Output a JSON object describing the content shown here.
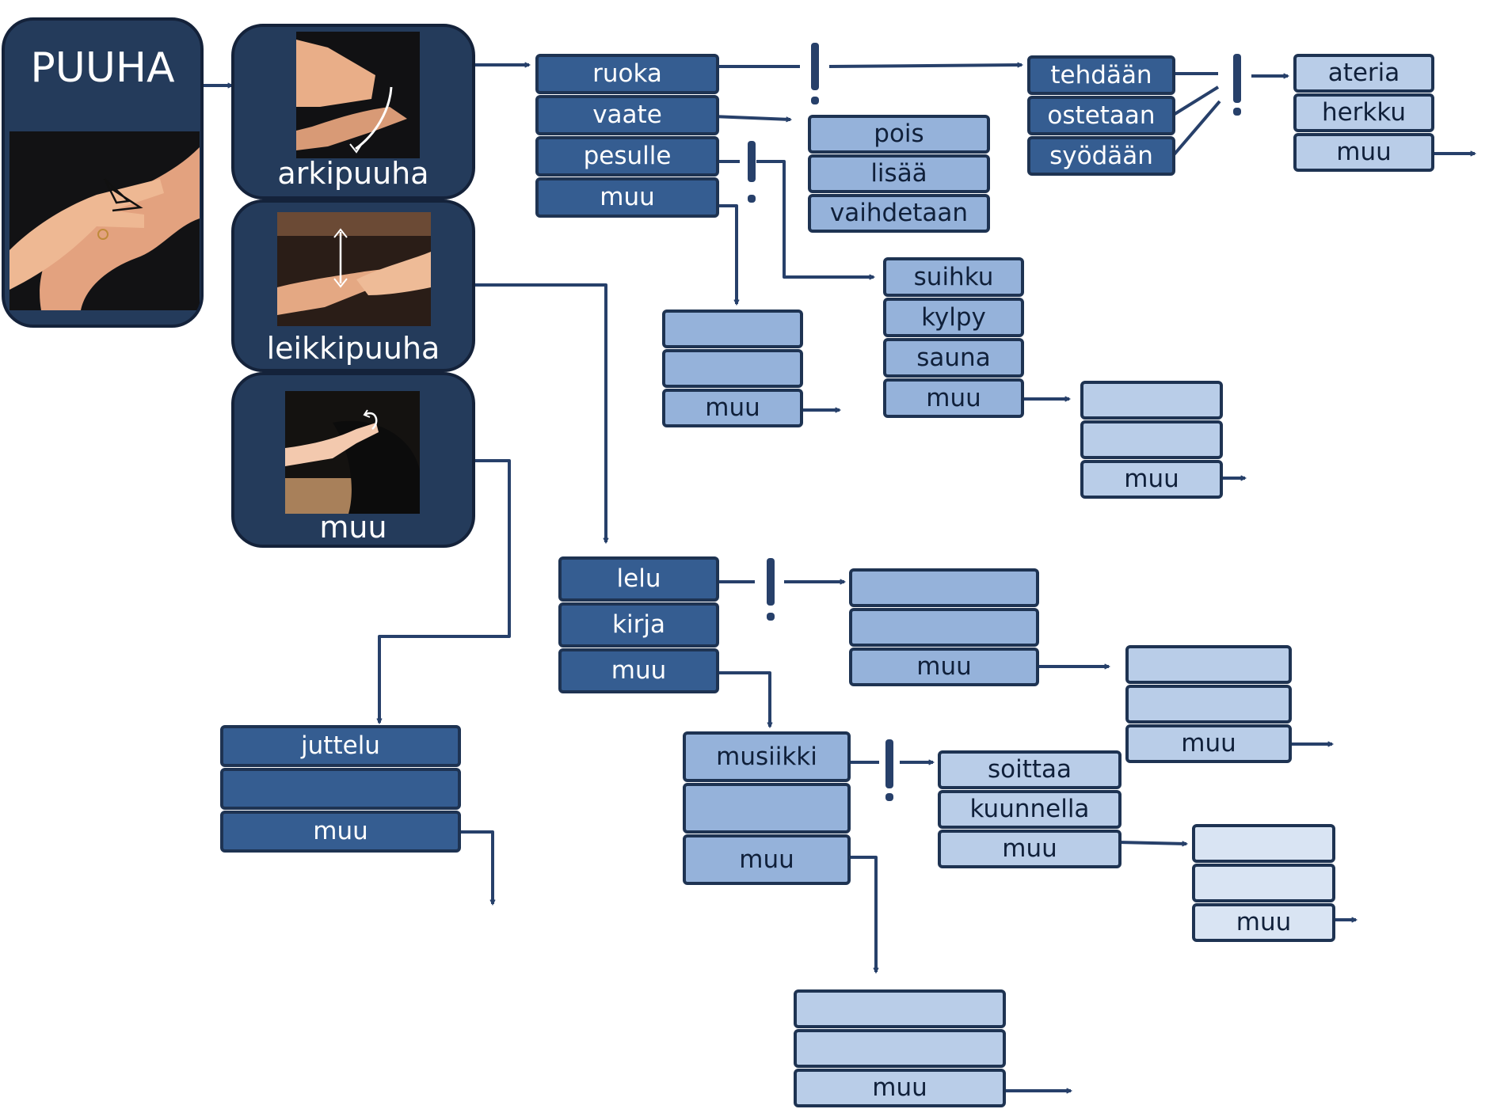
{
  "root": {
    "title": "PUUHA",
    "gesture_mark": "hand-gesture-star"
  },
  "cards": {
    "arkipuuha": {
      "label": "arkipuuha"
    },
    "leikkipuuha": {
      "label": "leikkipuuha"
    },
    "muu": {
      "label": "muu"
    }
  },
  "arki_list": [
    "ruoka",
    "vaate",
    "pesulle",
    "muu"
  ],
  "ruoka_verbs": [
    "tehdään",
    "ostetaan",
    "syödään"
  ],
  "ruoka_types": [
    "ateria",
    "herkku",
    "muu"
  ],
  "vaate_actions": [
    "pois",
    "lisää",
    "vaihdetaan"
  ],
  "pesulle_options": [
    "suihku",
    "kylpy",
    "sauna",
    "muu"
  ],
  "arki_muu_box": [
    "",
    "",
    "muu"
  ],
  "pesu_muu_box": [
    "",
    "",
    "muu"
  ],
  "leikki_list": [
    "lelu",
    "kirja",
    "muu"
  ],
  "lelu_box": [
    "",
    "",
    "muu"
  ],
  "lelu_muu_box": [
    "",
    "",
    "muu"
  ],
  "musiikki_list": [
    "musiikki",
    "",
    "muu"
  ],
  "musiikki_actions": [
    "soittaa",
    "kuunnella",
    "muu"
  ],
  "soittaa_muu_box": [
    "",
    "",
    "muu"
  ],
  "musiikki_muu_box": [
    "",
    "",
    "muu"
  ],
  "talk_list": [
    "juttelu",
    "",
    "muu"
  ],
  "colors": {
    "line": "#27406a",
    "dark": "#355d91",
    "mid": "#95b2da",
    "light": "#b9cde8",
    "lightest": "#d9e4f3",
    "card": "#243b5b"
  },
  "icons": [
    "exclamation-mark",
    "arrow-right",
    "arrow-down"
  ]
}
